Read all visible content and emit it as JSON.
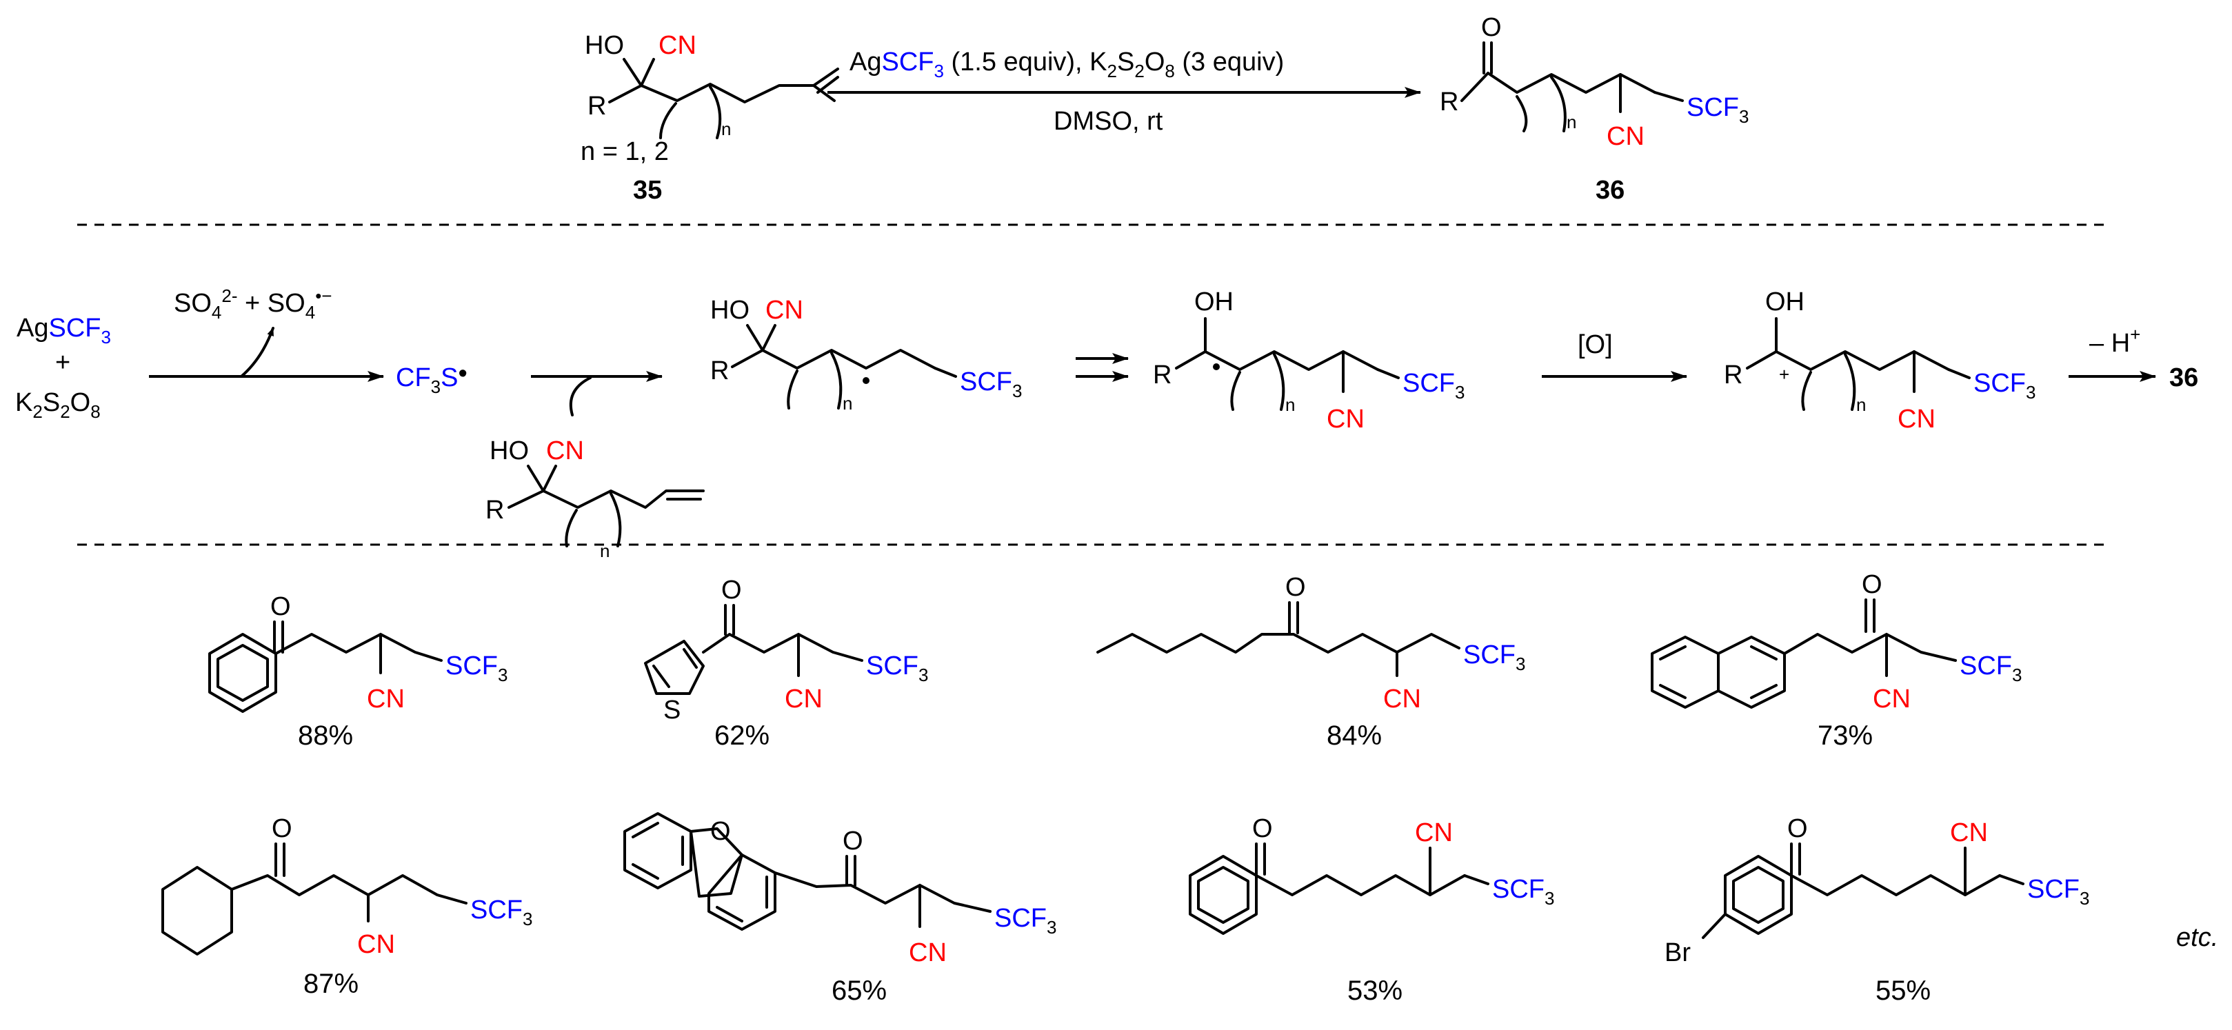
{
  "colors": {
    "cyano": "#ff0000",
    "scf3": "#0000ff",
    "text": "#000000"
  },
  "labels": {
    "compound_35": "35",
    "compound_36": "36",
    "n_values": "n = 1, 2",
    "etc": "etc.",
    "R": "R",
    "n": "n",
    "HO": "HO",
    "OH": "OH",
    "O": "O",
    "S": "S",
    "Br": "Br",
    "CN": "CN",
    "SCF": "SCF",
    "sub3": "3",
    "plus": "+"
  },
  "conditions": {
    "reagents_ag": "Ag",
    "reagents_scf3": "SCF",
    "reagents_equiv1": " (1.5 equiv), K",
    "reagents_sub2": "2",
    "reagents_s": "S",
    "reagents_o": "O",
    "reagents_sub8": "8",
    "reagents_equiv2": " (3 equiv)",
    "solvent": "DMSO, rt"
  },
  "mechanism": {
    "ag": "Ag",
    "k": "K",
    "s": "S",
    "o": "O",
    "sub2": "2",
    "sub8": "8",
    "sulfate": "SO",
    "sub4": "4",
    "sup2minus": "2-",
    "plus_space": " + SO",
    "sup_radical_anion": "•−",
    "cf3s_cf": "CF",
    "cf3s_s": "S",
    "radical_dot": "•",
    "oxidant": "[O]",
    "minus_h": "– H",
    "sup_plus": "+",
    "product_ref": "36"
  },
  "yields": [
    "88%",
    "62%",
    "84%",
    "73%",
    "87%",
    "65%",
    "53%",
    "55%"
  ]
}
